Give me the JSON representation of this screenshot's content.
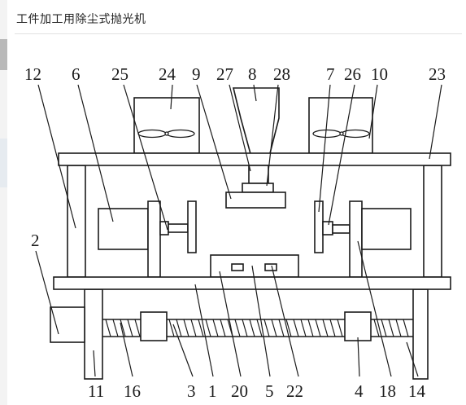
{
  "page": {
    "title": "工件加工用除尘式抛光机"
  },
  "labels": {
    "l12": "12",
    "l6": "6",
    "l25": "25",
    "l24": "24",
    "l9": "9",
    "l27": "27",
    "l8": "8",
    "l28": "28",
    "l7": "7",
    "l26": "26",
    "l10": "10",
    "l23": "23",
    "l2": "2",
    "l11": "11",
    "l16": "16",
    "l3": "3",
    "l1": "1",
    "l20": "20",
    "l5": "5",
    "l22": "22",
    "l4": "4",
    "l18": "18",
    "l14": "14"
  }
}
